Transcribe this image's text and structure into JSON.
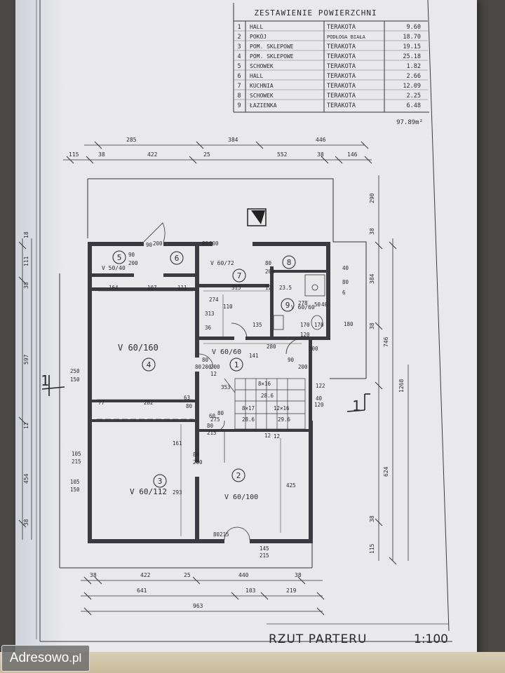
{
  "table": {
    "title": "ZESTAWIENIE POWIERZCHNI",
    "rows": [
      {
        "no": "1",
        "name": "HALL",
        "finish": "TERAKOTA",
        "area": "9.60"
      },
      {
        "no": "2",
        "name": "POKÓJ",
        "finish": "PODŁOGA BIAŁA",
        "area": "18.70"
      },
      {
        "no": "3",
        "name": "POM. SKLEPOWE",
        "finish": "TERAKOTA",
        "area": "19.15"
      },
      {
        "no": "4",
        "name": "POM. SKLEPOWE",
        "finish": "TERAKOTA",
        "area": "25.18"
      },
      {
        "no": "5",
        "name": "SCHOWEK",
        "finish": "TERAKOTA",
        "area": "1.82"
      },
      {
        "no": "6",
        "name": "HALL",
        "finish": "TERAKOTA",
        "area": "2.66"
      },
      {
        "no": "7",
        "name": "KUCHNIA",
        "finish": "TERAKOTA",
        "area": "12.09"
      },
      {
        "no": "8",
        "name": "SCHOWEK",
        "finish": "TERAKOTA",
        "area": "2.25"
      },
      {
        "no": "9",
        "name": "ŁAZIENKA",
        "finish": "TERAKOTA",
        "area": "6.48"
      }
    ],
    "total": "97.89m²"
  },
  "plan_title": "RZUT PARTERU",
  "scale": "1:100",
  "section_marks": [
    "1",
    "1"
  ],
  "room_numbers": [
    "1",
    "2",
    "3",
    "4",
    "5",
    "6",
    "7",
    "8",
    "9"
  ],
  "windows": {
    "w4": "V 60/160",
    "w3": "V 60/112",
    "w2": "V 60/100",
    "w7": "V 60/72",
    "w9": "V 60/60",
    "w5": "V 50/40",
    "w1": "V 60/60"
  },
  "dims": {
    "top1": [
      "285",
      "384",
      "446"
    ],
    "top2": [
      "115",
      "38",
      "422",
      "25",
      "552",
      "38",
      "146"
    ],
    "bottom1": [
      "38",
      "422",
      "25",
      "440",
      "38"
    ],
    "bottom2": [
      "641",
      "103",
      "219"
    ],
    "bottom3": "963",
    "right": [
      "290",
      "38",
      "384",
      "38",
      "746",
      "1268",
      "624",
      "38",
      "115"
    ],
    "left": [
      "18",
      "111",
      "38",
      "597",
      "12",
      "454",
      "38"
    ],
    "interior": [
      "90",
      "200",
      "90",
      "200",
      "80",
      "200",
      "80",
      "200",
      "164",
      "107",
      "111",
      "315",
      "12",
      "23.5",
      "274",
      "110",
      "135",
      "280",
      "80",
      "200",
      "90",
      "200",
      "250",
      "150",
      "77",
      "282",
      "63",
      "12",
      "8×16",
      "28.6",
      "8×17",
      "28.6",
      "12×16",
      "29.6",
      "122",
      "170",
      "120",
      "40",
      "105",
      "215",
      "105",
      "150",
      "80",
      "200",
      "161",
      "293",
      "425",
      "12",
      "80",
      "215",
      "80",
      "215",
      "145",
      "215",
      "80",
      "200",
      "180",
      "278",
      "6",
      "40",
      "80",
      "12",
      "36",
      "313",
      "80",
      "275",
      "353",
      "141",
      "170",
      "120",
      "80",
      "60",
      "50",
      "40",
      "200"
    ]
  },
  "watermark": {
    "brand": "Adresowo",
    "tld": ".pl"
  }
}
